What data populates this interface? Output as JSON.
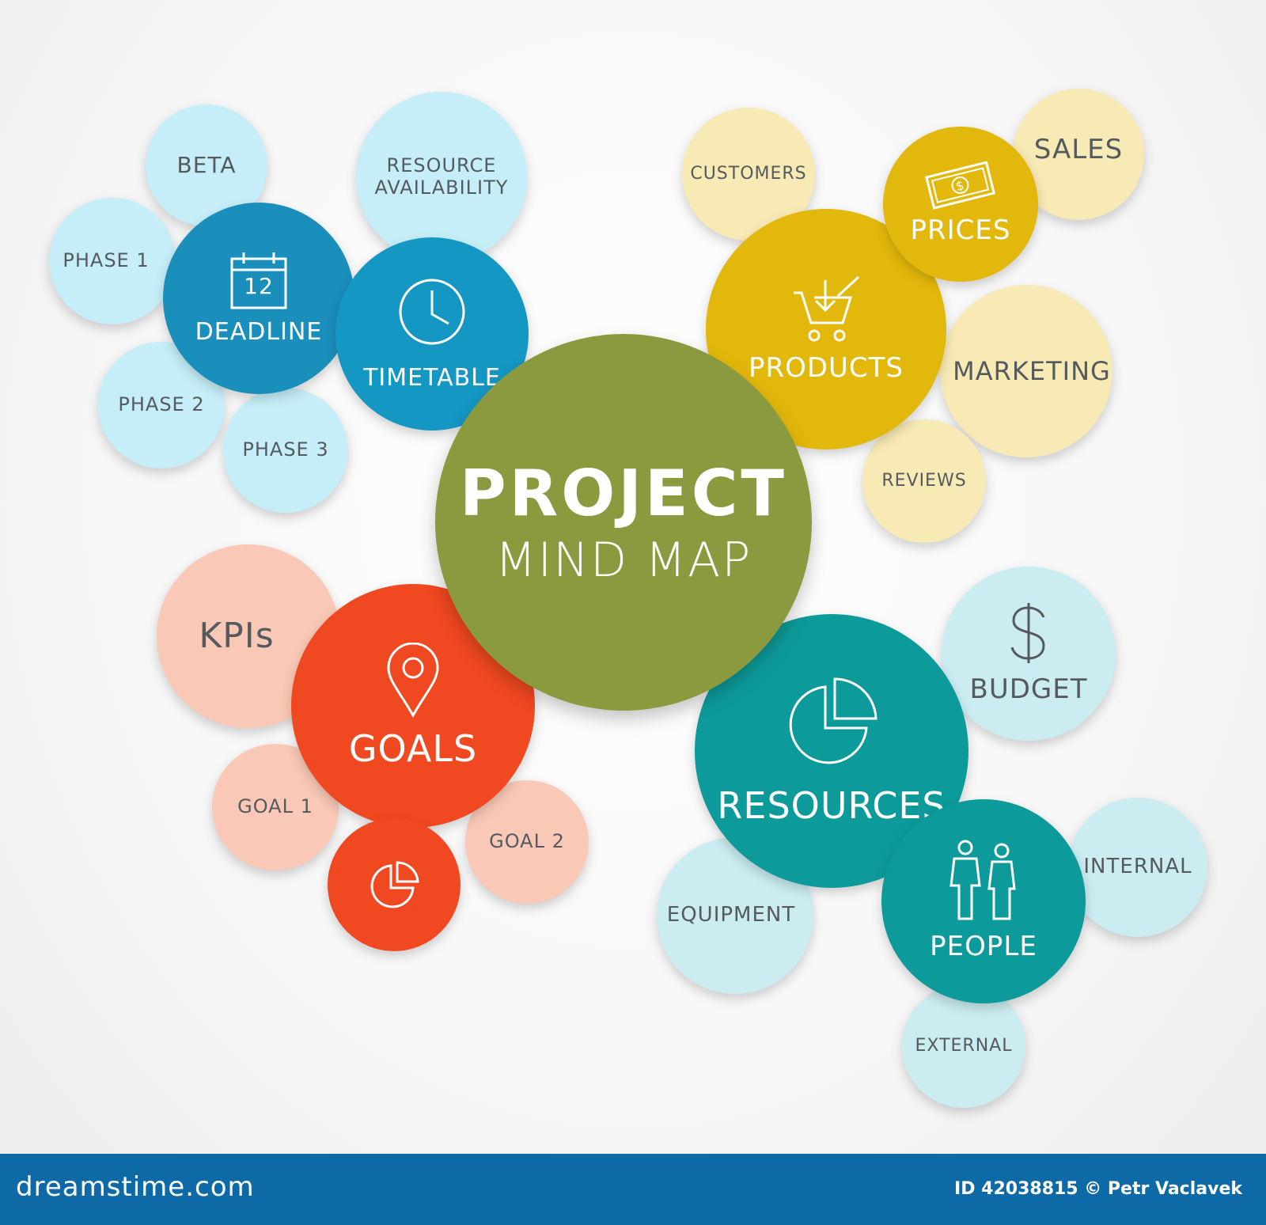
{
  "title": {
    "main": "PROJECT",
    "sub": "MIND MAP"
  },
  "colors": {
    "center": "#8c9a3f",
    "blue_dark": "#1a8fbc",
    "blue_mid": "#1597c4",
    "blue_light": "#c6eef8",
    "yellow_dark": "#e3b80c",
    "yellow_light": "#f8eab4",
    "red_dark": "#f04820",
    "red_light": "#f9c8b6",
    "teal_dark": "#0d9a9a",
    "teal_light": "#cbecf0",
    "footer": "#0d6aa6"
  },
  "nodes": {
    "beta": "BETA",
    "resource_availability": "RESOURCE\nAVAILABILITY",
    "phase1": "PHASE 1",
    "deadline": "DEADLINE",
    "deadline_day": "12",
    "timetable": "TIMETABLE",
    "phase2": "PHASE 2",
    "phase3": "PHASE 3",
    "customers": "CUSTOMERS",
    "prices": "PRICES",
    "sales": "SALES",
    "products": "PRODUCTS",
    "marketing": "MARKETING",
    "reviews": "REVIEWS",
    "kpis": "KPIs",
    "goals": "GOALS",
    "goal1": "GOAL 1",
    "goal2": "GOAL 2",
    "budget": "BUDGET",
    "resources": "RESOURCES",
    "internal": "INTERNAL",
    "equipment": "EQUIPMENT",
    "people": "PEOPLE",
    "external": "EXTERNAL"
  },
  "icons": [
    "calendar-icon",
    "clock-icon",
    "cart-icon",
    "money-icon",
    "location-pin-icon",
    "pie-chart-icon",
    "dollar-icon",
    "people-icon"
  ],
  "footer": {
    "brand": "dreamstime.com",
    "credit": "ID 42038815 © Petr Vaclavek"
  }
}
